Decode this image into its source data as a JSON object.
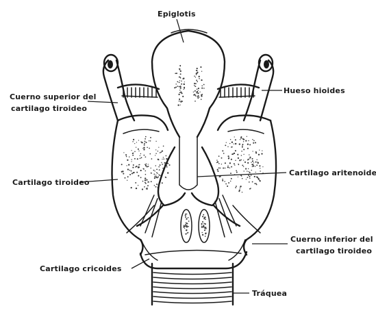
{
  "labels": {
    "epiglottis": "Epiglotis",
    "upper_horn_line1": "Cuerno superior del",
    "upper_horn_line2": "cartilago tiroideo",
    "hyoid": "Hueso hioides",
    "thyroid": "Cartilago tiroideo",
    "arytenoid": "Cartilago aritenoide",
    "lower_horn_line1": "Cuerno inferior del",
    "lower_horn_line2": "cartilago tiroideo",
    "cricoid": "Cartilago cricoides",
    "trachea": "Tráquea"
  },
  "colors": {
    "ink": "#1a1a1a",
    "paper": "#ffffff",
    "stipple": "#3a3a3a"
  }
}
